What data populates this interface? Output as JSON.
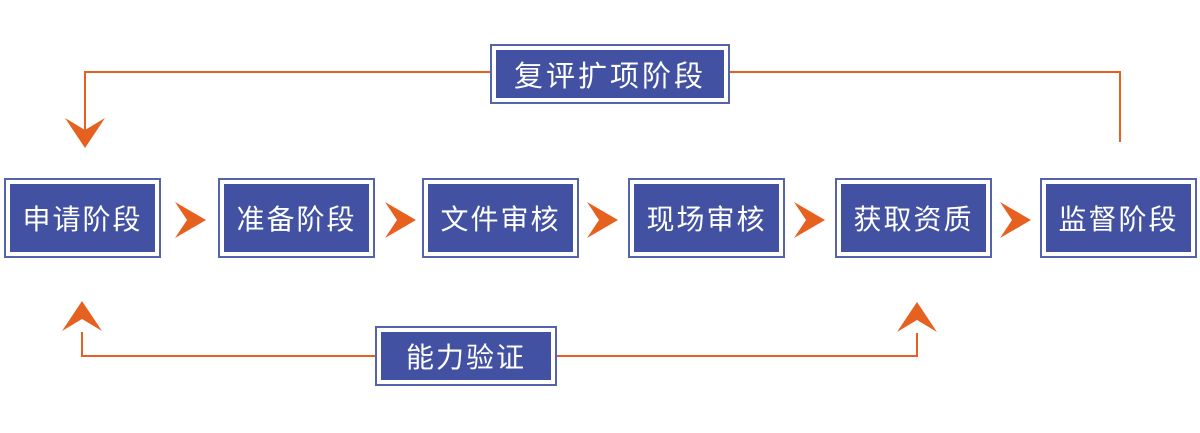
{
  "diagram": {
    "type": "flowchart",
    "background": "#FFFFFF",
    "colors": {
      "box_fill": "#4351A2",
      "box_border": "#5563AC",
      "box_text": "#FFFFFF",
      "connector": "#E6601F"
    },
    "stages": [
      {
        "id": "application",
        "label": "申请阶段"
      },
      {
        "id": "preparation",
        "label": "准备阶段"
      },
      {
        "id": "document-review",
        "label": "文件审核"
      },
      {
        "id": "onsite-review",
        "label": "现场审核"
      },
      {
        "id": "obtain-qualification",
        "label": "获取资质"
      },
      {
        "id": "supervision",
        "label": "监督阶段"
      }
    ],
    "feedback_loops": {
      "top": {
        "label": "复评扩项阶段",
        "from": "监督阶段",
        "to": "申请阶段"
      },
      "bottom": {
        "label": "能力验证",
        "targets": [
          "申请阶段",
          "获取资质"
        ]
      }
    }
  }
}
